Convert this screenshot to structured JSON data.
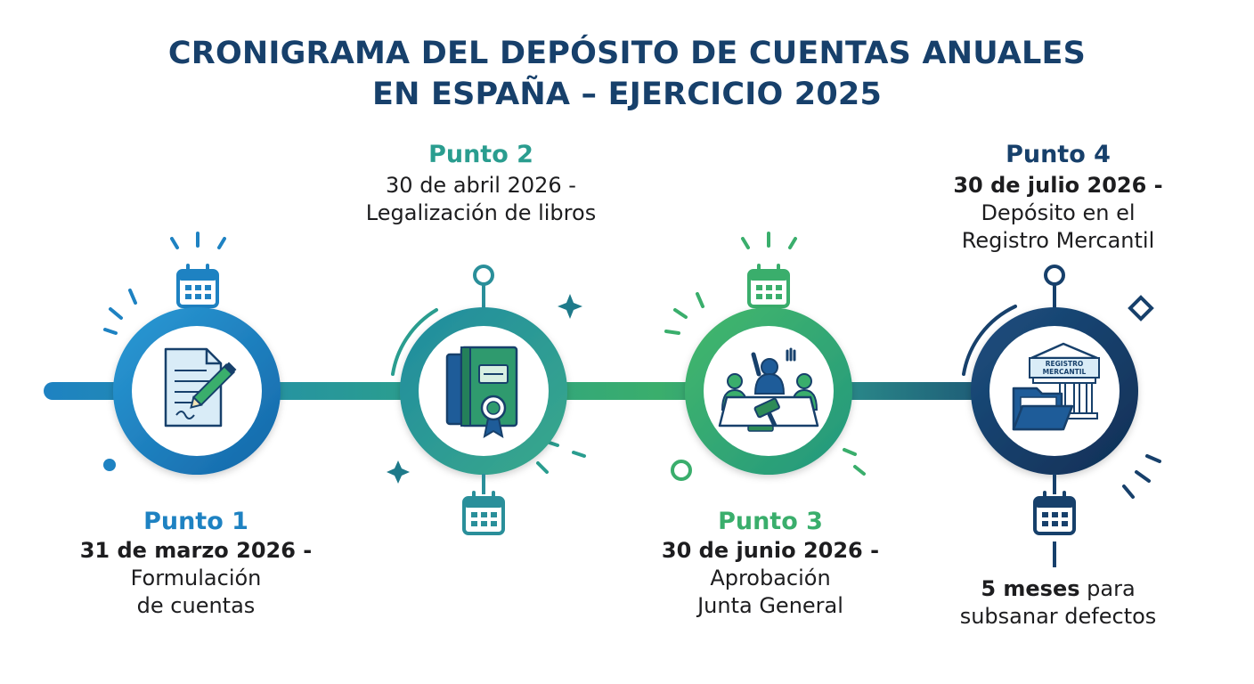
{
  "title": {
    "line1": "CRONIGRAMA DEL DEPÓSITO DE CUENTAS ANUALES",
    "line2": "EN ESPAÑA – EJERCICIO 2025"
  },
  "colors": {
    "title": "#17406b",
    "p1": "#1e82c2",
    "p2": "#2a9d8f",
    "p3": "#3aae6c",
    "p4": "#17406b"
  },
  "steps": [
    {
      "label": "Punto 1",
      "date": "31 de marzo 2026 -",
      "desc1": "Formulación",
      "desc2": "de cuentas",
      "icon": "document-pen-icon"
    },
    {
      "label": "Punto 2",
      "date": "30 de abril 2026 -",
      "desc1": "Legalización de libros",
      "icon": "books-seal-icon"
    },
    {
      "label": "Punto 3",
      "date": "30 de junio 2026 -",
      "desc1": "Aprobación",
      "desc2": "Junta General",
      "icon": "meeting-gavel-icon"
    },
    {
      "label": "Punto 4",
      "date": "30 de julio 2026 -",
      "desc1": "Depósito en el",
      "desc2": "Registro Mercantil",
      "icon": "registry-folder-icon"
    }
  ],
  "registry_sign": {
    "line1": "REGISTRO",
    "line2": "MERCANTIL"
  },
  "note": {
    "bold": "5 meses",
    "rest1": " para",
    "rest2": "subsanar defectos"
  }
}
